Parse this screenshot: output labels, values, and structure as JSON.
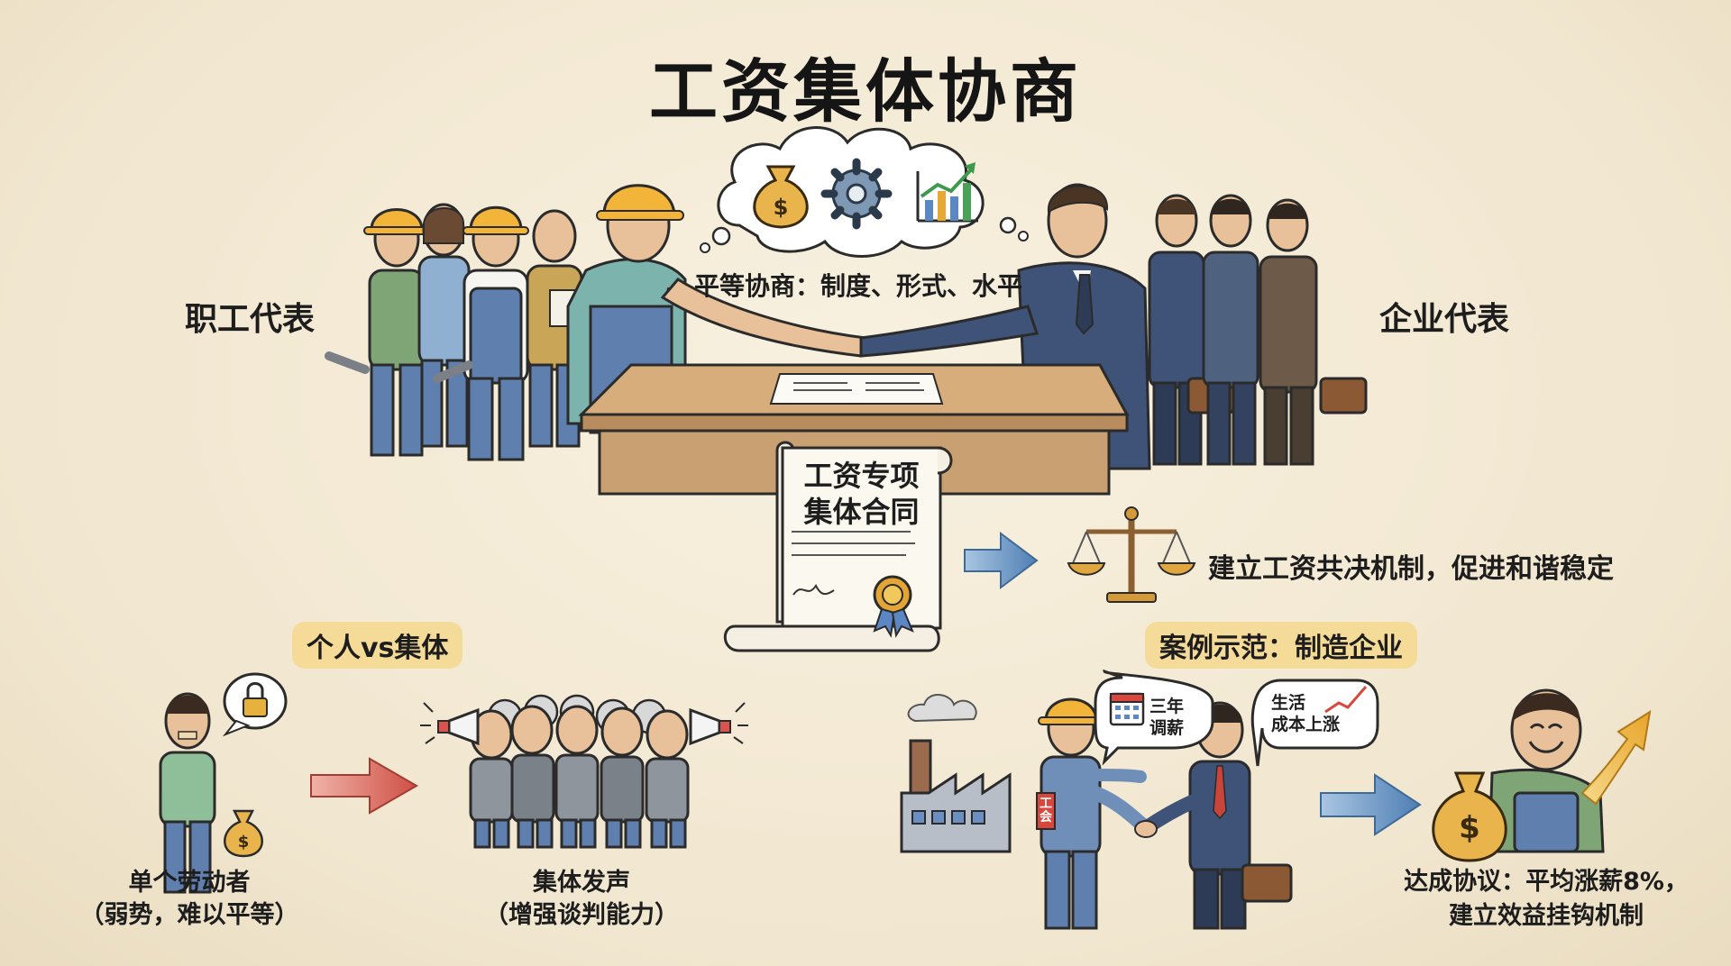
{
  "title": "工资集体协商",
  "thought_icons": [
    "money-bag-icon",
    "gear-icon",
    "growth-chart-icon"
  ],
  "negotiation_note": "平等协商：制度、形式、水平",
  "left_group_label": "职工代表",
  "right_group_label": "企业代表",
  "contract": {
    "line1": "工资专项",
    "line2": "集体合同"
  },
  "outcome_text": "建立工资共决机制，促进和谐稳定",
  "section_individual_vs_collective": {
    "heading": "个人vs集体",
    "individual_line1": "单个劳动者",
    "individual_line2": "（弱势，难以平等）",
    "collective_line1": "集体发声",
    "collective_line2": "（增强谈判能力）"
  },
  "section_case": {
    "heading": "案例示范：制造企业",
    "bubble_left_line1": "三年",
    "bubble_left_line2": "调薪",
    "bubble_right_line1": "生活",
    "bubble_right_line2": "成本上涨",
    "armband": "工会",
    "result_line1": "达成协议：平均涨薪8%，",
    "result_line2": "建立效益挂钩机制"
  },
  "colors": {
    "worker_blue": "#5f7fae",
    "suit_navy": "#3f5277",
    "helmet_yellow": "#f2b53a",
    "arrow_blue": "#6b97c4",
    "arrow_red": "#d9675c",
    "table_wood": "#c9a071",
    "highlight": "#f6d684"
  }
}
